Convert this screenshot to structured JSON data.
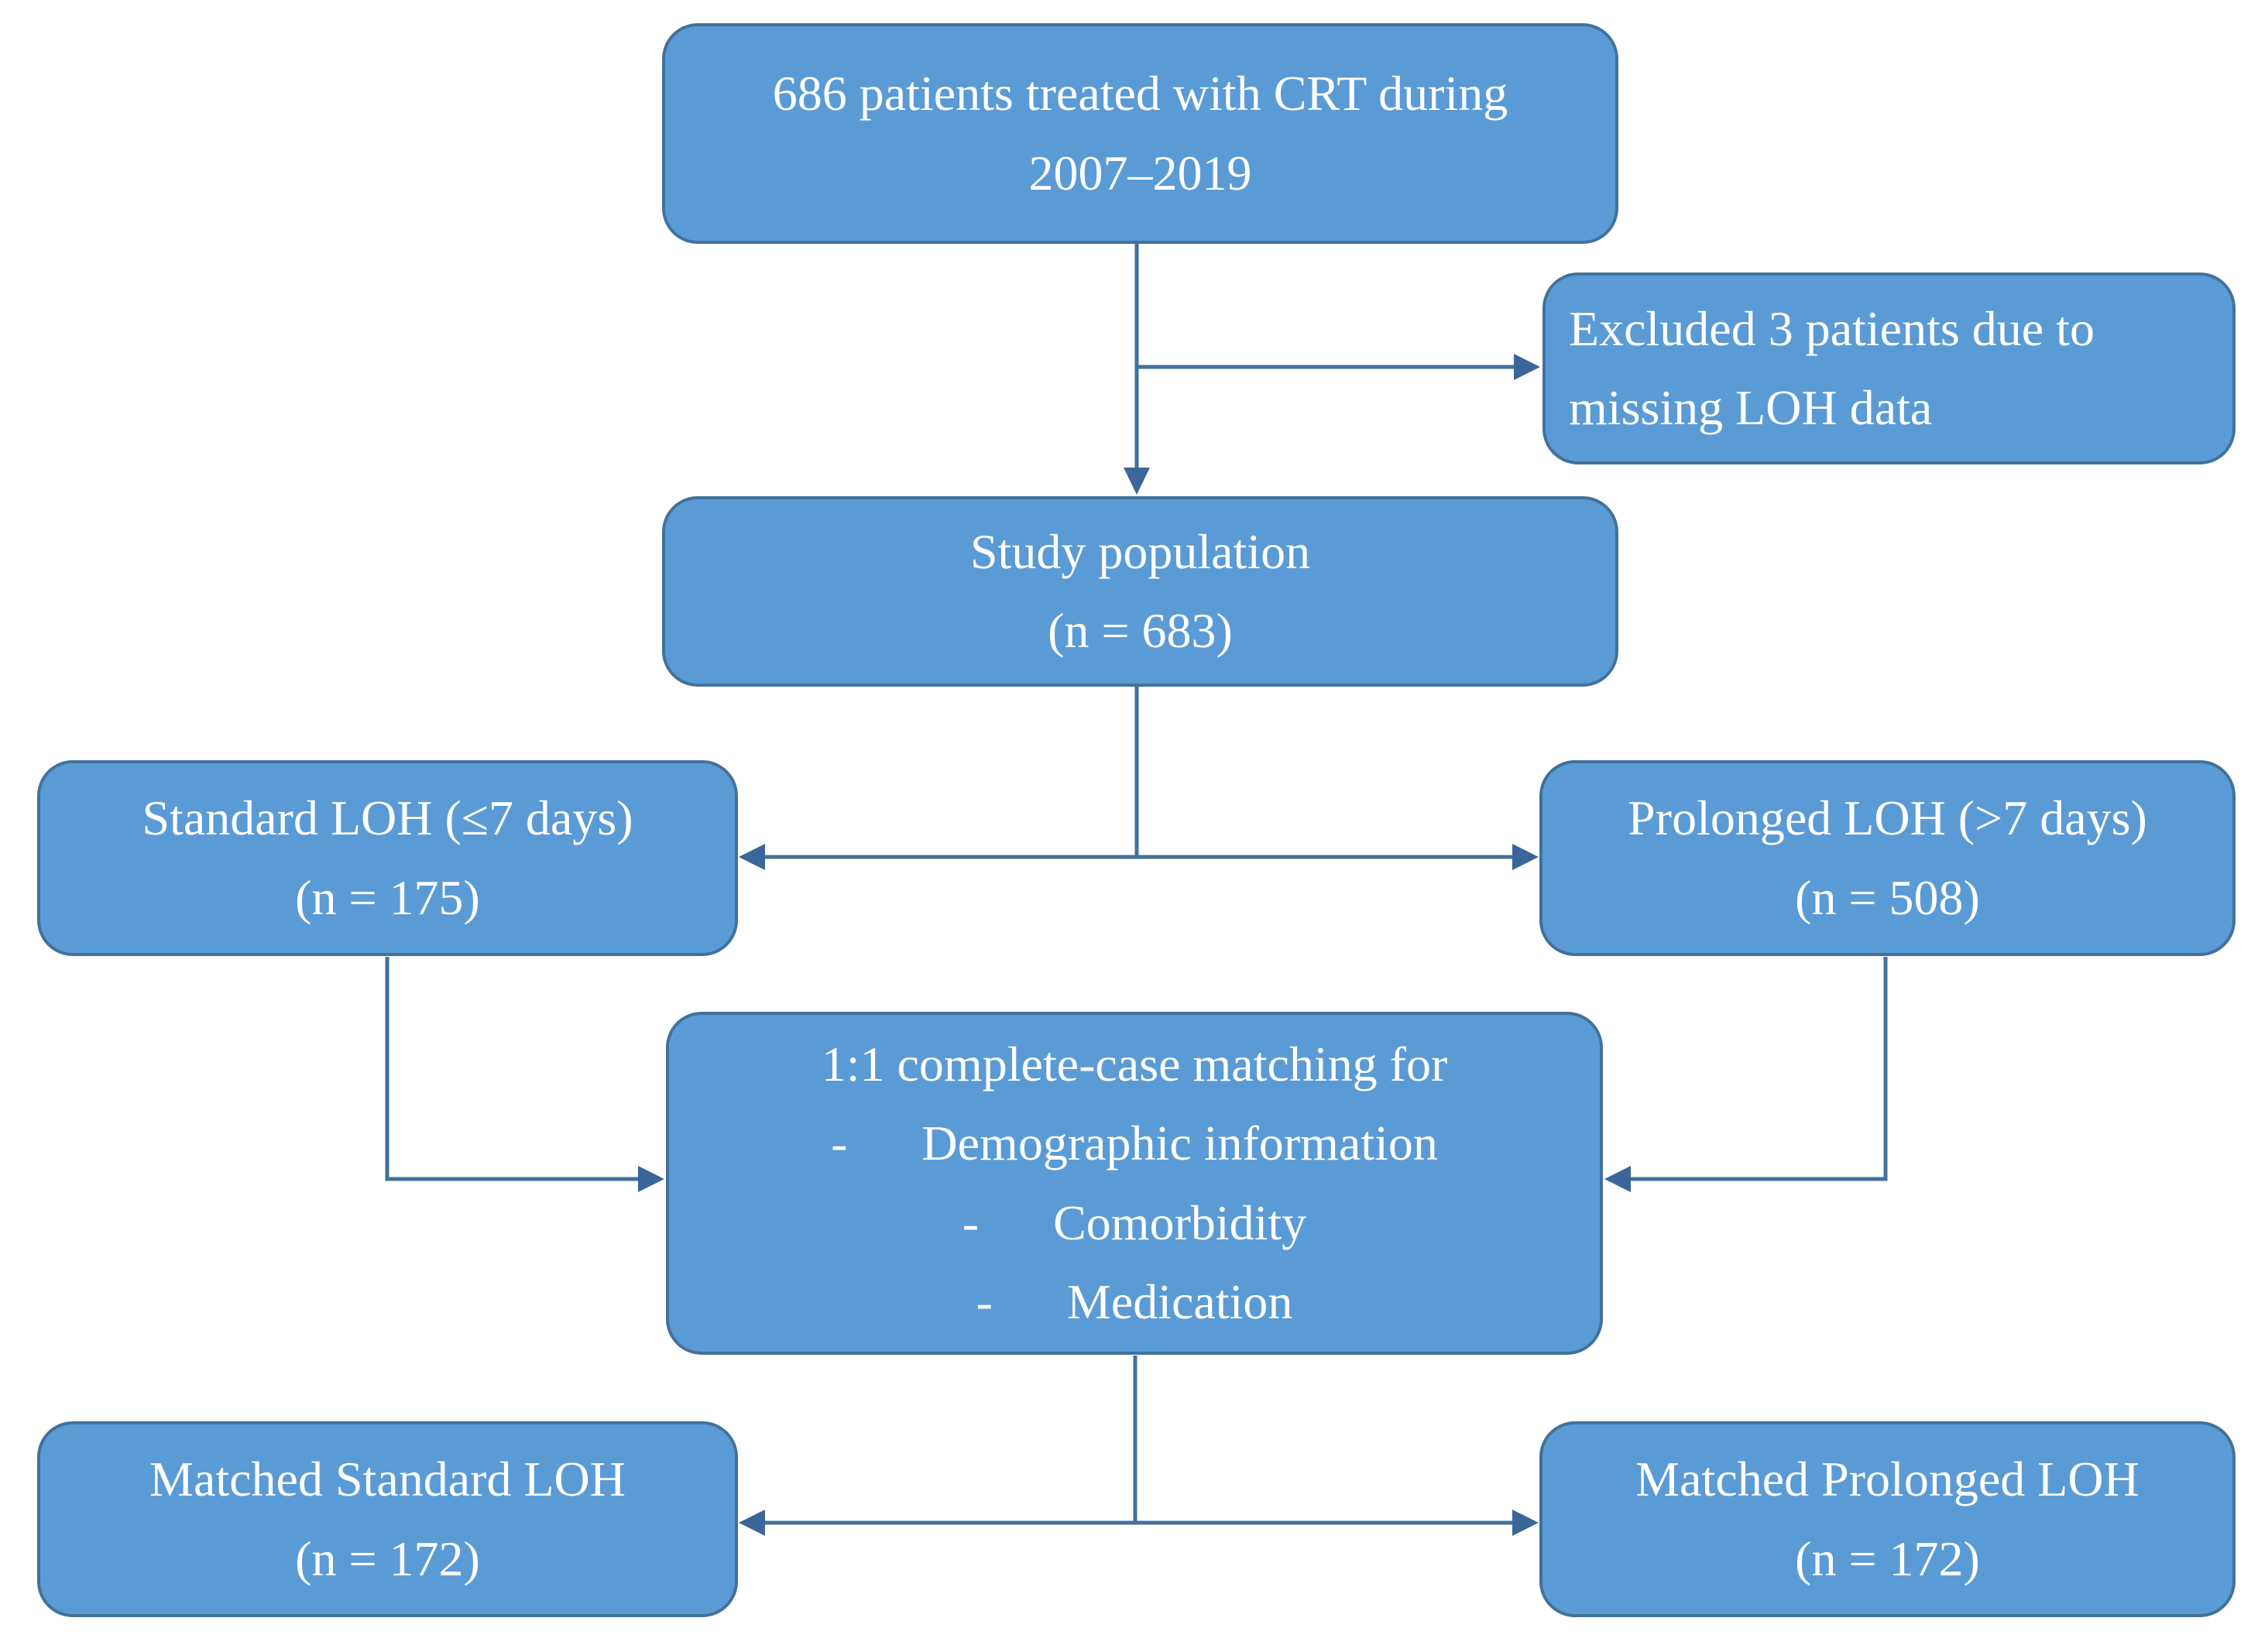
{
  "figure": {
    "type": "patient-flow-diagram",
    "colors": {
      "box_fill": "#5B9BD5",
      "box_border": "#41719C",
      "connector": "#41719C",
      "arrowhead": "#3A669A",
      "text": "#FFFFFF",
      "background": "#FFFFFF"
    },
    "boxes": {
      "top": {
        "line1": "686 patients treated with CRT during",
        "line2": "2007–2019"
      },
      "excluded": {
        "line1": "Excluded 3 patients due to",
        "line2": "missing LOH data"
      },
      "study": {
        "line1": "Study population",
        "line2": "(n = 683)"
      },
      "standard": {
        "line1": "Standard LOH (≤7 days)",
        "line2": "(n = 175)"
      },
      "prolonged": {
        "line1": "Prolonged LOH (>7 days)",
        "line2": "(n = 508)"
      },
      "matching": {
        "line1": "1:1 complete-case matching for",
        "line2": "-      Demographic information",
        "line3": "-      Comorbidity",
        "line4": "-      Medication"
      },
      "matched_standard": {
        "line1": "Matched Standard LOH",
        "line2": "(n = 172)"
      },
      "matched_prolonged": {
        "line1": "Matched Prolonged LOH",
        "line2": "(n = 172)"
      }
    }
  }
}
